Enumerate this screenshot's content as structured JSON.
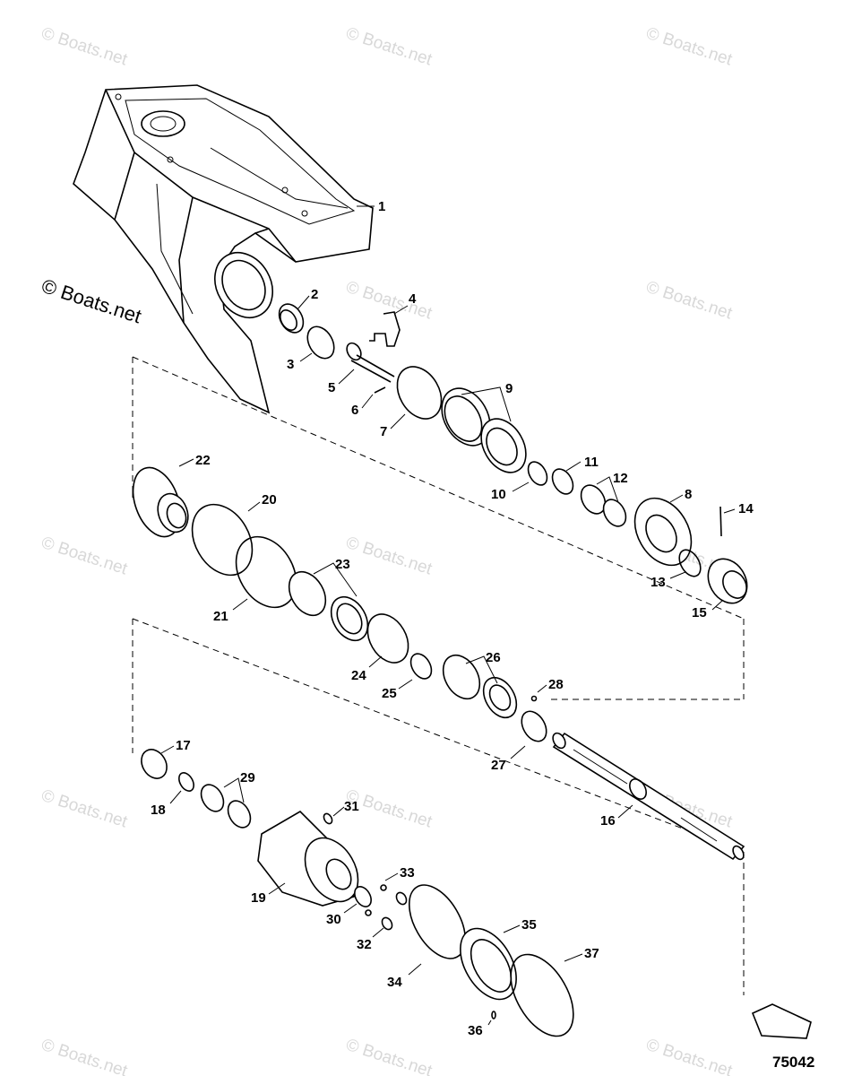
{
  "watermark_text": "© Boats.net",
  "brand_text": "© Boats.net",
  "figure_number": "75042",
  "callouts": [
    "1",
    "2",
    "3",
    "4",
    "5",
    "6",
    "7",
    "8",
    "9",
    "10",
    "11",
    "12",
    "13",
    "14",
    "15",
    "16",
    "17",
    "18",
    "19",
    "20",
    "21",
    "22",
    "23",
    "24",
    "25",
    "26",
    "27",
    "28",
    "29",
    "30",
    "31",
    "32",
    "33",
    "34",
    "35",
    "36",
    "37"
  ]
}
